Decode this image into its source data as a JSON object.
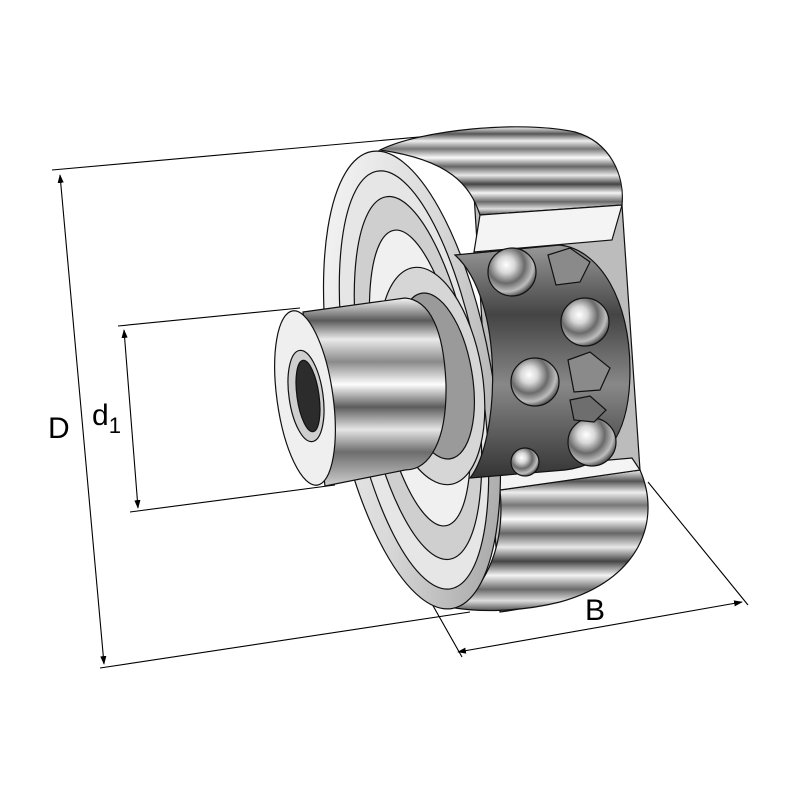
{
  "labels": {
    "outer_diameter": "D",
    "inner_diameter_letter": "d",
    "inner_diameter_subscript": "1",
    "width": "B"
  },
  "colors": {
    "line": "#000000",
    "background": "#ffffff"
  }
}
